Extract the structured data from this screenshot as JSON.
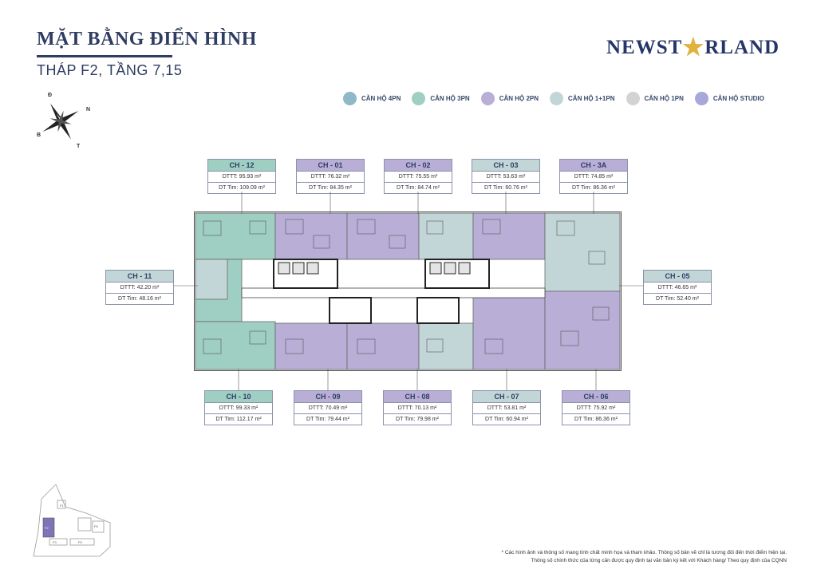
{
  "title": "MẶT BẰNG ĐIỂN HÌNH",
  "subtitle": "THÁP F2, TẦNG 7,15",
  "logo": {
    "text_left": "NEWST",
    "star": "★",
    "text_right": "RLAND"
  },
  "compass": {
    "n": "N",
    "d": "Đ",
    "b": "B",
    "t": "T"
  },
  "legend": [
    {
      "label": "CĂN HỘ 4PN",
      "color": "#8fb8c8"
    },
    {
      "label": "CĂN HỘ 3PN",
      "color": "#9fcfc2"
    },
    {
      "label": "CĂN HỘ 2PN",
      "color": "#b8aed6"
    },
    {
      "label": "CĂN HỘ 1+1PN",
      "color": "#c2d6d8"
    },
    {
      "label": "CĂN HỘ 1PN",
      "color": "#d3d3d3"
    },
    {
      "label": "CĂN HỘ STUDIO",
      "color": "#a7a7da"
    }
  ],
  "units": [
    {
      "id": "CH - 12",
      "dttt": "DTTT: 95.93 m²",
      "dt_tim": "DT Tim: 109.09 m²",
      "color": "#9fcfc2"
    },
    {
      "id": "CH - 01",
      "dttt": "DTTT: 76.32 m²",
      "dt_tim": "DT Tim: 84.35 m²",
      "color": "#b8aed6"
    },
    {
      "id": "CH - 02",
      "dttt": "DTTT: 75.55 m²",
      "dt_tim": "DT Tim: 84.74 m²",
      "color": "#b8aed6"
    },
    {
      "id": "CH - 03",
      "dttt": "DTTT: 53.63 m²",
      "dt_tim": "DT Tim: 60.76 m²",
      "color": "#c2d6d8"
    },
    {
      "id": "CH - 3A",
      "dttt": "DTTT: 74.85 m²",
      "dt_tim": "DT Tim: 86.36 m²",
      "color": "#b8aed6"
    },
    {
      "id": "CH - 11",
      "dttt": "DTTT: 42.20 m²",
      "dt_tim": "DT Tim: 48.16 m²",
      "color": "#c2d6d8"
    },
    {
      "id": "CH - 05",
      "dttt": "DTTT: 46.65 m²",
      "dt_tim": "DT Tim: 52.40 m²",
      "color": "#c2d6d8"
    },
    {
      "id": "CH - 10",
      "dttt": "DTTT: 99.33 m²",
      "dt_tim": "DT Tim: 112.17 m²",
      "color": "#9fcfc2"
    },
    {
      "id": "CH - 09",
      "dttt": "DTTT: 70.49 m²",
      "dt_tim": "DT Tim: 79.44 m²",
      "color": "#b8aed6"
    },
    {
      "id": "CH - 08",
      "dttt": "DTTT: 70.13 m²",
      "dt_tim": "DT Tim: 79.98 m²",
      "color": "#b8aed6"
    },
    {
      "id": "CH - 07",
      "dttt": "DTTT: 53.81 m²",
      "dt_tim": "DT Tim: 60.94 m²",
      "color": "#c2d6d8"
    },
    {
      "id": "CH - 06",
      "dttt": "DTTT: 75.92 m²",
      "dt_tim": "DT Tim: 86.36 m²",
      "color": "#b8aed6"
    }
  ],
  "site_plan": {
    "labels": [
      "F1",
      "F2",
      "F3",
      "F5",
      "F6"
    ]
  },
  "footnote": {
    "line1": "* Các hình ảnh và thông số mang tính chất minh họa và tham khảo. Thông số bản vẽ chỉ là tương đối đến thời điểm hiện tại.",
    "line2": "Thông số chính thức của từng căn được quy định tại văn bản ký kết với Khách hàng/ Theo quy định của CQNN"
  }
}
